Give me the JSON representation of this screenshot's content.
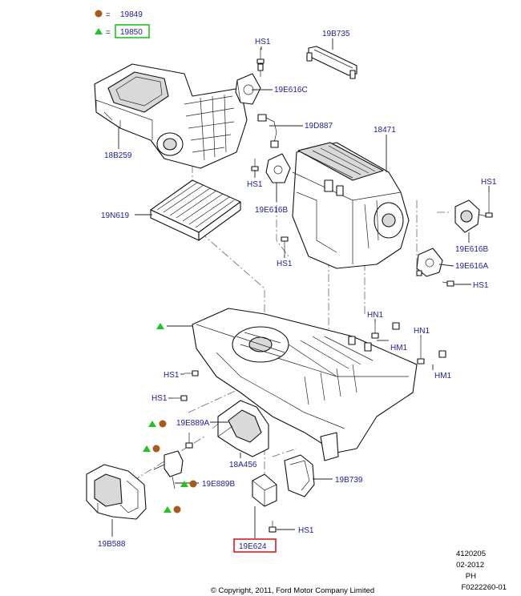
{
  "legend": {
    "items": [
      {
        "symbol": "brown-dot",
        "code": "19849",
        "color": "#a85a1a"
      },
      {
        "symbol": "green-triangle",
        "code": "19850",
        "color": "#22c322"
      }
    ],
    "equals": "="
  },
  "parts": {
    "p19B735": "19B735",
    "hs1_a": "HS1",
    "p19E616C": "19E616C",
    "p19D887": "19D887",
    "p18471": "18471",
    "p18B259": "18B259",
    "hs1_b": "HS1",
    "p19E616B_a": "19E616B",
    "p19N619": "19N619",
    "hs1_c": "HS1",
    "p19E616B_b": "19E616B",
    "p19E616A": "19E616A",
    "hs1_d": "HS1",
    "hs1_e": "HS1",
    "hn1_a": "HN1",
    "hm1_a": "HM1",
    "hn1_b": "HN1",
    "hm1_b": "HM1",
    "hs1_f": "HS1",
    "hs1_g": "HS1",
    "p19E889A": "19E889A",
    "p18A456": "18A456",
    "p19E889B": "19E889B",
    "p19B739": "19B739",
    "p19B588": "19B588",
    "hs1_h": "HS1",
    "p19E624": "19E624"
  },
  "highlights": {
    "box_green": "#22c322",
    "box_red": "#d42020",
    "label_color": "#1c1c9c"
  },
  "footer": {
    "code1": "4120205",
    "date": "02-2012",
    "code2": "PH",
    "figure_id": "F0222260-01",
    "copyright": "© Copyright, 2011, Ford Motor Company Limited"
  }
}
